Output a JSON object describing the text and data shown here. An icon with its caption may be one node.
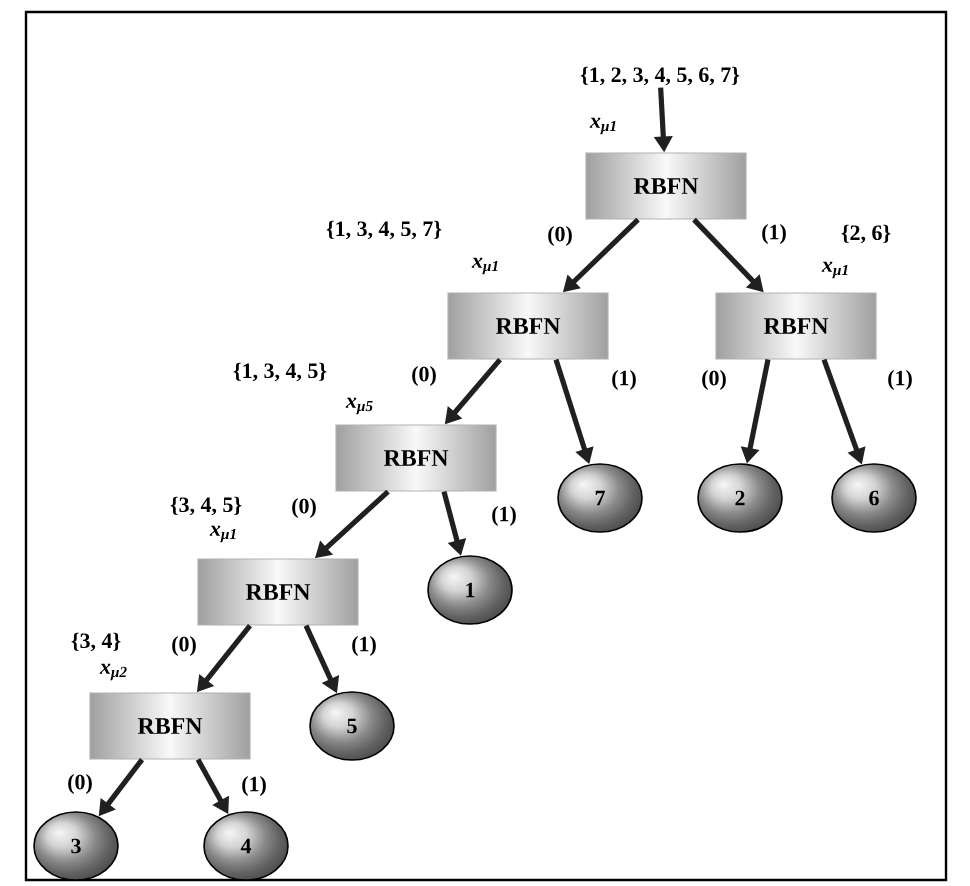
{
  "diagram": {
    "nodes": [
      {
        "text": [
          "{1, 2, 3, 4, 5, 6, 7}"
        ]
      },
      {
        "text": [
          "RBFN"
        ],
        "beside": [
          "x$_{μ1}$"
        ]
      },
      {
        "text": [
          "RBFN"
        ],
        "beside": [
          "{1, 3, 4, 5, 7}",
          "x$_{μ1}$"
        ]
      },
      {
        "text": [
          "RBFN"
        ],
        "beside": [
          "{2, 6}",
          "x$_{μ1}$"
        ]
      },
      {
        "text": [
          "RBFN"
        ],
        "beside": [
          "{1, 3, 4, 5}",
          "x$_{μ5}$"
        ]
      },
      {
        "text": [
          "7"
        ]
      },
      {
        "text": [
          "2"
        ]
      },
      {
        "text": [
          "6"
        ]
      },
      {
        "text": [
          "RBFN"
        ],
        "beside": [
          "{3, 4, 5}",
          "x$_{μ1}$"
        ]
      },
      {
        "text": [
          "1"
        ]
      },
      {
        "text": [
          "RBFN"
        ],
        "beside": [
          "{3, 4}",
          "x$_{μ2}$"
        ]
      },
      {
        "text": [
          "5"
        ]
      },
      {
        "text": [
          "3"
        ]
      },
      {
        "text": [
          "4"
        ]
      }
    ],
    "edges": [
      {
        "from": 0,
        "to": 1,
        "arrow": "to"
      },
      {
        "from": 1,
        "to": 2,
        "arrow": "to",
        "label": "(0)"
      },
      {
        "from": 1,
        "to": 3,
        "arrow": "to",
        "label": "(1)"
      },
      {
        "from": 2,
        "to": 4,
        "arrow": "to",
        "label": "(0)"
      },
      {
        "from": 2,
        "to": 5,
        "arrow": "to",
        "label": "(1)"
      },
      {
        "from": 3,
        "to": 6,
        "arrow": "to",
        "label": "(0)"
      },
      {
        "from": 3,
        "to": 7,
        "arrow": "to",
        "label": "(1)"
      },
      {
        "from": 4,
        "to": 8,
        "arrow": "to",
        "label": "(0)"
      },
      {
        "from": 4,
        "to": 9,
        "arrow": "to",
        "label": "(1)"
      },
      {
        "from": 8,
        "to": 10,
        "arrow": "to",
        "label": "(0)"
      },
      {
        "from": 8,
        "to": 11,
        "arrow": "to",
        "label": "(1)"
      },
      {
        "from": 10,
        "to": 12,
        "arrow": "to",
        "label": "(0)"
      },
      {
        "from": 10,
        "to": 13,
        "arrow": "to",
        "label": "(1)"
      }
    ]
  }
}
